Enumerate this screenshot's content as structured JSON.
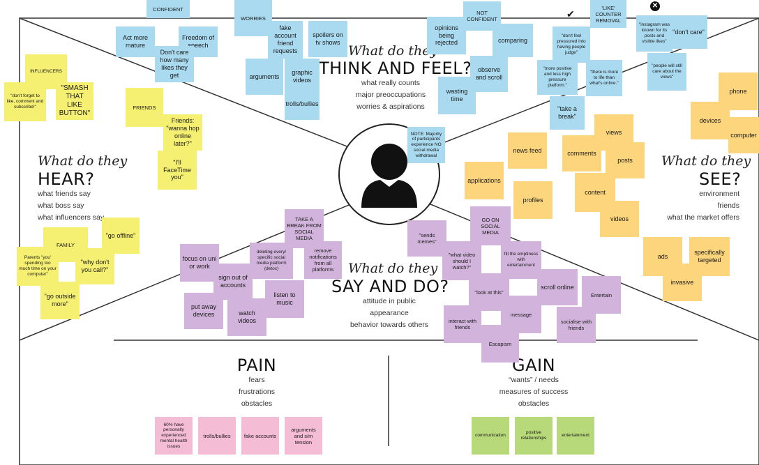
{
  "sections": {
    "think": {
      "script": "What do they",
      "title": "THINK AND FEEL?",
      "lines": [
        "what really counts",
        "major preoccupations",
        "worries & aspirations"
      ]
    },
    "hear": {
      "script": "What do they",
      "title": "HEAR?",
      "lines": [
        "what friends say",
        "what boss say",
        "what influencers say"
      ]
    },
    "see": {
      "script": "What do they",
      "title": "SEE?",
      "lines": [
        "environment",
        "friends",
        "what the market offers"
      ]
    },
    "say": {
      "script": "What do they",
      "title": "SAY AND DO?",
      "lines": [
        "attitude in public",
        "appearance",
        "behavior towards others"
      ]
    },
    "pain": {
      "title": "PAIN",
      "lines": [
        "fears",
        "frustrations",
        "obstacles"
      ]
    },
    "gain": {
      "title": "GAIN",
      "lines": [
        "“wants” / needs",
        "measures of success",
        "obstacles"
      ]
    }
  },
  "marks": {
    "check": "✔",
    "cross": "✕"
  },
  "notes": {
    "think": [
      "CONFIDENT",
      "Act more mature",
      "Freedom of speech",
      "Don't care how many likes they get",
      "WORRIES",
      "fake account friend requests",
      "spoilers on tv shows",
      "arguments",
      "graphic videos",
      "trolls/bullies",
      "NOT CONFIDENT",
      "opinions being rejected",
      "comparing",
      "observe and scroll",
      "wasting time",
      "'LIKE' COUNTER REMOVAL",
      "\"don't feel pressured into having people judge\"",
      "\"instagram was known for its posts and visible likes\"",
      "\"don't care\"",
      "\"more positive and less high pressure platform.\"",
      "\"there is more to life than what's online.\"",
      "\"people will still care about the views\"",
      "\"take a break\"",
      "NOTE: Majority of participants experience NO social media withdrawal"
    ],
    "hear": [
      "INFLUENCERS",
      "\"don't forget to like, comment and subscribe!\"",
      "\"SMASH THAT LIKE BUTTON\"",
      "FRIENDS",
      "Friends: \"wanna hop online later?\"",
      "\"I'll FaceTime you\"",
      "FAMILY",
      "\"go offline\"",
      "Parents \"you' spending too much time on your computer\"",
      "\"why don't you call?\"",
      "\"go outside more\""
    ],
    "see": [
      "phone",
      "devices",
      "computer",
      "news feed",
      "views",
      "comments",
      "posts",
      "applications",
      "profiles",
      "content",
      "videos",
      "ads",
      "specifically targeted",
      "invasive"
    ],
    "say": [
      "TAKE A BREAK FROM SOCIAL MEDIA",
      "focus on uni or work",
      "deleting every/ specific social media platform (detox)",
      "remove notifications from all platforms",
      "sign out of accounts",
      "listen to music",
      "put away devices",
      "watch videos",
      "\"sends memes\"",
      "GO ON SOCIAL MEDIA",
      "\"what video should I watch?\"",
      "fill the emptiness with entertainment",
      "scroll online",
      "Entertain",
      "\"look at this\"",
      "interact with friends",
      "message",
      "socialise with friends",
      "Escapism"
    ],
    "pain": [
      "60% have personally experienced mental health issues",
      "trolls/bullies",
      "fake accounts",
      "arguments and s/m tension"
    ],
    "gain": [
      "communication",
      "positive relationships",
      "entertainment"
    ]
  }
}
